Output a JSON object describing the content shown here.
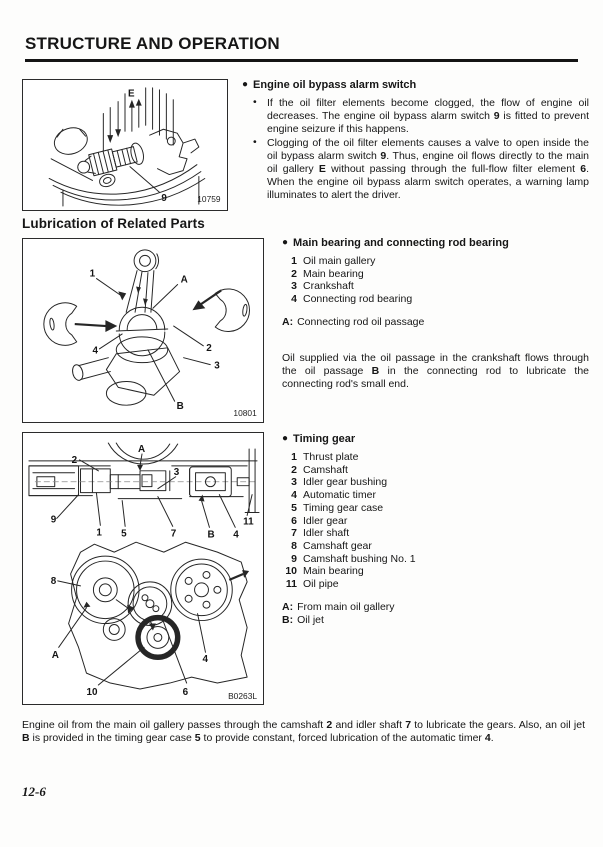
{
  "page": {
    "title": "STRUCTURE AND OPERATION",
    "section_heading": "Lubrication of Related Parts",
    "page_number": "12-6",
    "footer": [
      {
        "t": "Engine oil from the main oil gallery passes through the camshaft "
      },
      {
        "t": "2",
        "b": true
      },
      {
        "t": " and idler shaft "
      },
      {
        "t": "7",
        "b": true
      },
      {
        "t": " to lubricate the gears. Also, an oil jet "
      },
      {
        "t": "B",
        "b": true
      },
      {
        "t": " is provided in the timing gear case "
      },
      {
        "t": "5",
        "b": true
      },
      {
        "t": " to provide constant, forced lubrication of the automatic timer "
      },
      {
        "t": "4",
        "b": true
      },
      {
        "t": "."
      }
    ]
  },
  "markers": {
    "section": "●",
    "bullet": "•"
  },
  "sections": {
    "bypass": {
      "heading": "Engine oil bypass alarm switch",
      "bullets": [
        [
          {
            "t": "If the oil filter elements become clogged, the flow of engine oil decreases. The engine oil bypass alarm switch "
          },
          {
            "t": "9",
            "b": true
          },
          {
            "t": " is fitted to prevent engine seizure if this happens."
          }
        ],
        [
          {
            "t": "Clogging of the oil filter elements causes a valve to open inside the oil bypass alarm switch "
          },
          {
            "t": "9",
            "b": true
          },
          {
            "t": ". Thus, engine oil flows directly to the main oil gallery "
          },
          {
            "t": "E",
            "b": true
          },
          {
            "t": " without passing through the full-flow filter element "
          },
          {
            "t": "6",
            "b": true
          },
          {
            "t": ". When the engine oil bypass alarm switch operates, a warning lamp illuminates to alert the driver."
          }
        ]
      ]
    },
    "bearing": {
      "heading": "Main bearing and connecting rod bearing",
      "items": [
        {
          "num": "1",
          "label": "Oil main gallery"
        },
        {
          "num": "2",
          "label": "Main bearing"
        },
        {
          "num": "3",
          "label": "Crankshaft"
        },
        {
          "num": "4",
          "label": "Connecting rod bearing"
        }
      ],
      "notes": [
        {
          "key": "A:",
          "text": "Connecting rod oil passage"
        }
      ],
      "paragraph": [
        {
          "t": "Oil supplied via the oil passage in the crankshaft flows through the oil passage "
        },
        {
          "t": "B",
          "b": true
        },
        {
          "t": " in the connecting rod to lubricate the connecting rod's small end."
        }
      ]
    },
    "timing": {
      "heading": "Timing gear",
      "items": [
        {
          "num": "1",
          "label": "Thrust plate"
        },
        {
          "num": "2",
          "label": "Camshaft"
        },
        {
          "num": "3",
          "label": "Idler gear bushing"
        },
        {
          "num": "4",
          "label": "Automatic timer"
        },
        {
          "num": "5",
          "label": "Timing gear case"
        },
        {
          "num": "6",
          "label": "Idler gear"
        },
        {
          "num": "7",
          "label": "Idler shaft"
        },
        {
          "num": "8",
          "label": "Camshaft gear"
        },
        {
          "num": "9",
          "label": "Camshaft bushing No. 1"
        },
        {
          "num": "10",
          "label": "Main bearing"
        },
        {
          "num": "11",
          "label": "Oil pipe"
        }
      ],
      "notes": [
        {
          "key": "A:",
          "text": "From main oil gallery"
        },
        {
          "key": "B:",
          "text": "Oil jet"
        }
      ]
    }
  },
  "figures": {
    "bypass": {
      "ref": "10759",
      "labels": {
        "E": "E",
        "n9": "9"
      }
    },
    "bearing": {
      "ref": "10801",
      "labels": {
        "n1": "1",
        "n2": "2",
        "n3": "3",
        "n4": "4",
        "A": "A",
        "B": "B"
      }
    },
    "timing": {
      "ref": "B0263L",
      "labels": {
        "n1": "1",
        "n2": "2",
        "n3": "3",
        "n4": "4",
        "n5": "5",
        "n6": "6",
        "n7": "7",
        "n8": "8",
        "n9": "9",
        "n10": "10",
        "n11": "11",
        "A": "A",
        "B": "B"
      }
    }
  }
}
